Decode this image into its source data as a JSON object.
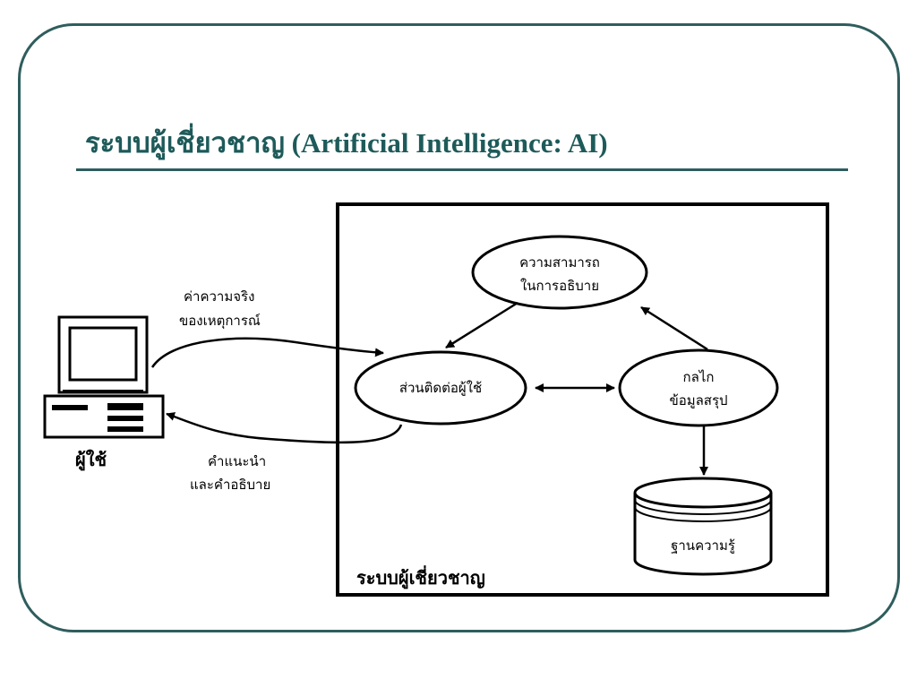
{
  "title": "ระบบผู้เชี่ยวชาญ (Artificial Intelligence: AI)",
  "diagram": {
    "user_label": "ผู้ใช้",
    "facts_label_line1": "ค่าความจริง",
    "facts_label_line2": "ของเหตุการณ์",
    "advice_label_line1": "คำแนะนำ",
    "advice_label_line2": "และคำอธิบาย",
    "explanation_line1": "ความสามารถ",
    "explanation_line2": "ในการอธิบาย",
    "interface_label": "ส่วนติดต่อผู้ใช้",
    "inference_line1": "กลไก",
    "inference_line2": "ข้อมูลสรุป",
    "knowledge_base_label": "ฐานความรู้",
    "system_label": "ระบบผู้เชี่ยวชาญ"
  }
}
